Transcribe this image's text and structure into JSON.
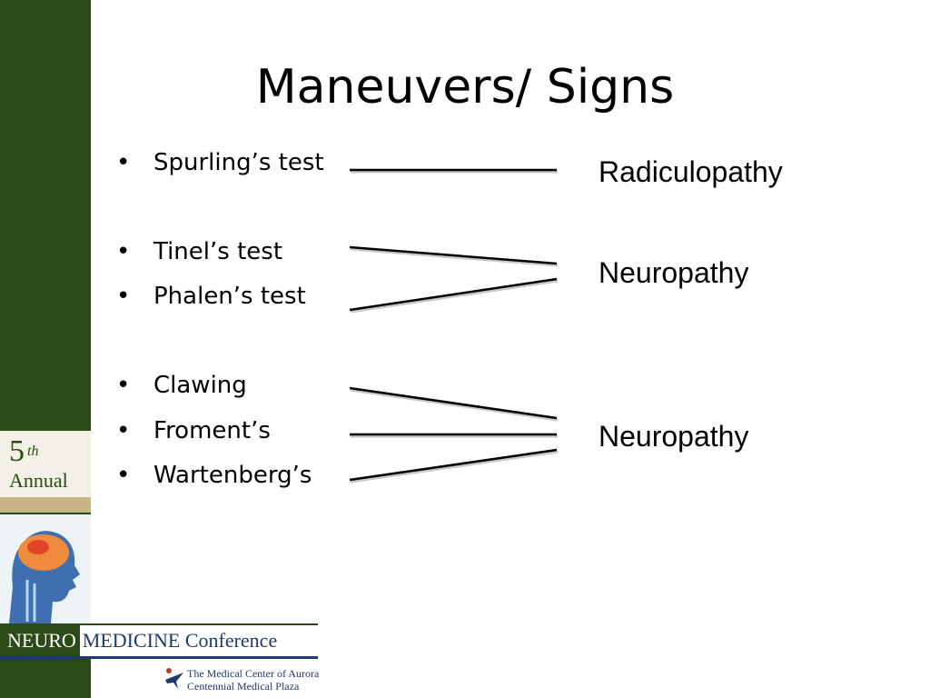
{
  "slide": {
    "title": "Maneuvers/ Signs",
    "bullet": "•",
    "items": [
      {
        "label": "Spurling’s test"
      },
      {
        "label": "Tinel’s test"
      },
      {
        "label": "Phalen’s test"
      },
      {
        "label": "Clawing"
      },
      {
        "label": "Froment’s"
      },
      {
        "label": "Wartenberg’s"
      }
    ],
    "targets": [
      {
        "label": "Radiculopathy"
      },
      {
        "label": "Neuropathy"
      },
      {
        "label": "Neuropathy"
      }
    ]
  },
  "branding": {
    "annual_number": "5",
    "annual_suffix": "th",
    "annual_word": "Annual",
    "banner_neuro": "NEURO",
    "banner_medicine": "MEDICINE Conference",
    "footer_line1": "The Medical Center of Aurora",
    "footer_line2": "Centennial Medical Plaza"
  },
  "colors": {
    "sidebar": "#2a4a16",
    "banner_blue": "#1c3a6e"
  }
}
